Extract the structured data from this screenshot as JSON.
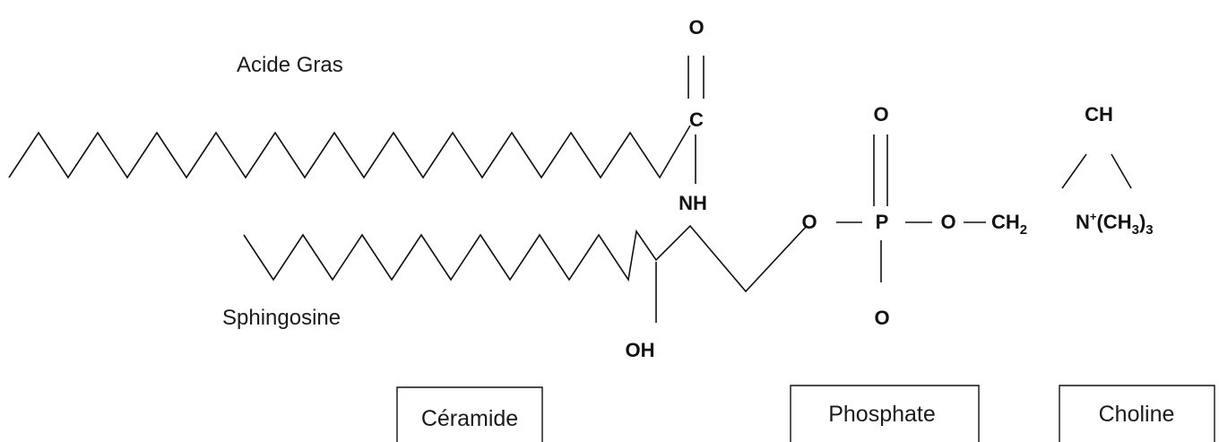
{
  "labels": {
    "fatty_acid": "Acide Gras",
    "sphingosine": "Sphingosine"
  },
  "atoms": {
    "carbonyl_o": "O",
    "carbonyl_c": "C",
    "amide_n": "NH",
    "hydroxyl": "OH",
    "ester_o": "O",
    "phosphorus": "P",
    "phosphate_o_top": "O",
    "phosphate_o_bottom": "O",
    "phosphate_o_right": "O",
    "ch2_main": "CH",
    "ch2_sub": "2",
    "ch_top": "CH",
    "ammonium_n": "N",
    "ammonium_charge": "+",
    "ammonium_group": "(CH",
    "ammonium_sub": "3",
    "ammonium_close": ")",
    "ammonium_count": "3"
  },
  "boxes": {
    "ceramide": "Céramide",
    "phosphate": "Phosphate",
    "choline": "Choline"
  }
}
